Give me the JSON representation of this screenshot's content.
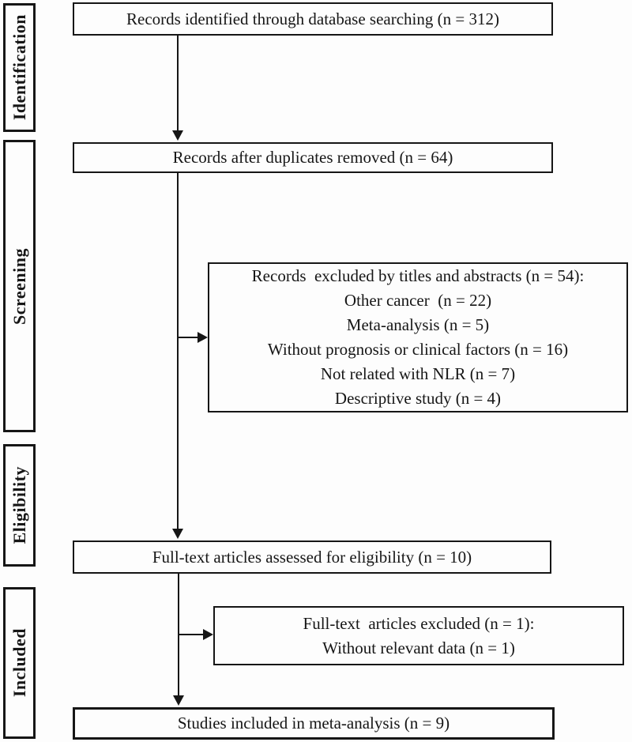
{
  "theme": {
    "line_color": "#161616",
    "text_color": "#161616",
    "background_color": "#fdfdfd"
  },
  "sidebar": {
    "labels": [
      "Identification",
      "Screening",
      "Eligibility",
      "Included"
    ]
  },
  "flow": {
    "identified": {
      "text": "Records identified through database searching (n = 312)"
    },
    "after_duplicates": {
      "text": "Records after duplicates removed (n = 64)"
    },
    "screening_excluded": {
      "lines": [
        "Records  excluded by titles and abstracts (n = 54):",
        "Other cancer  (n = 22)",
        "Meta-analysis (n = 5)",
        "Without prognosis or clinical factors (n = 16)",
        "Not related with NLR (n = 7)",
        "Descriptive study (n = 4)"
      ]
    },
    "fulltext_assessed": {
      "text": "Full-text articles assessed for eligibility (n = 10)"
    },
    "fulltext_excluded": {
      "lines": [
        "Full-text  articles excluded (n = 1):",
        "Without relevant data (n = 1)"
      ]
    },
    "included_studies": {
      "text": "Studies included in meta-analysis (n = 9)"
    }
  }
}
